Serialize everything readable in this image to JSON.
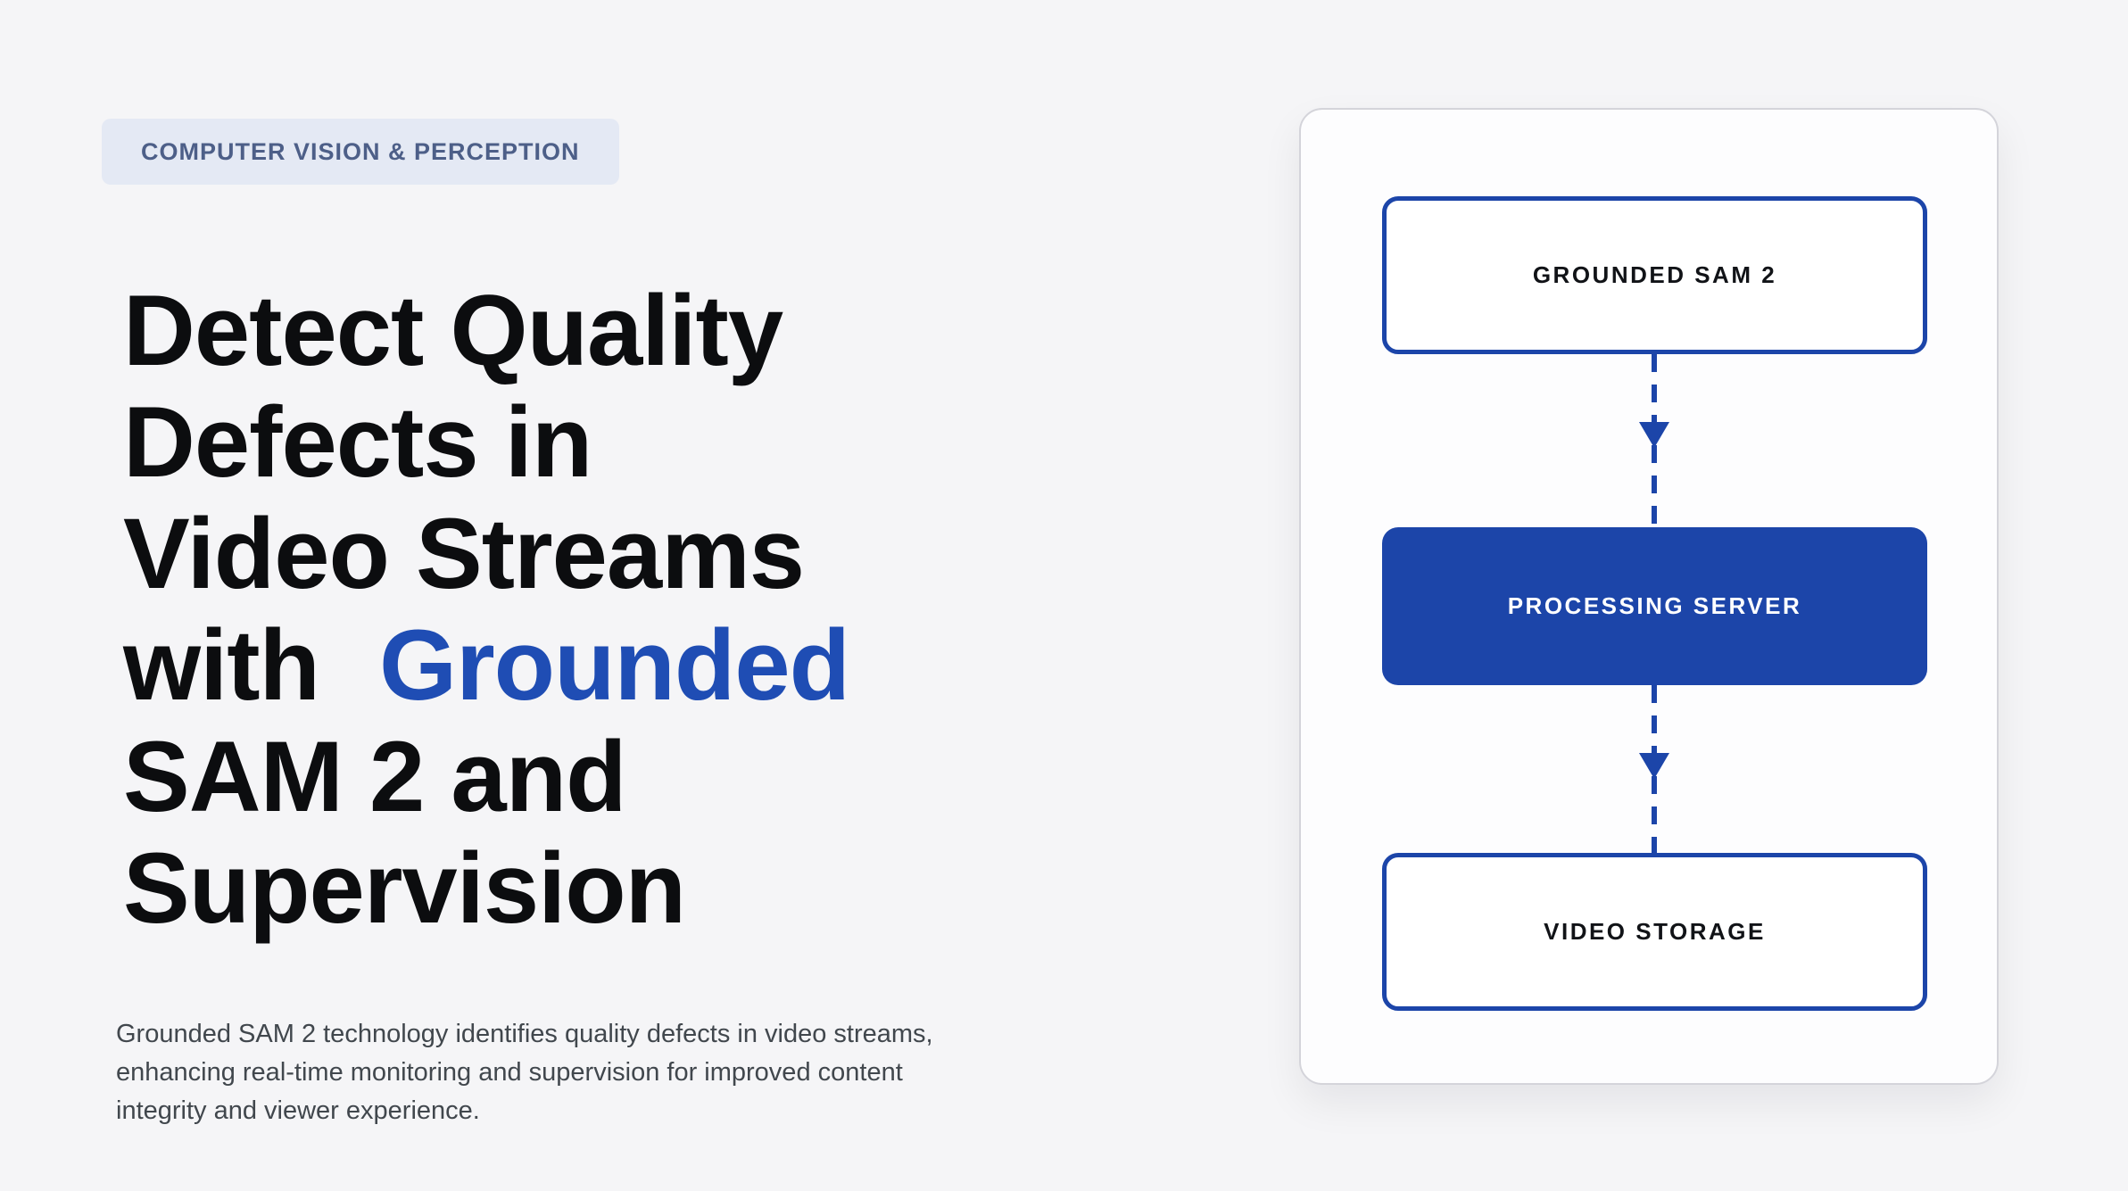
{
  "page": {
    "background_color": "#f5f5f7",
    "accent_color": "#1c45a9",
    "highlight_color": "#1f4db4"
  },
  "badge": {
    "label": "COMPUTER VISION & PERCEPTION",
    "text_color": "#4d5f88",
    "background_color": "#e4e9f4"
  },
  "headline": {
    "line1": "Detect Quality",
    "line2": "Defects in",
    "line3": "Video Streams",
    "line4_prefix": "with",
    "line4_highlight": "Grounded",
    "line5": "SAM 2 and",
    "line6": "Supervision",
    "full_text": "Detect Quality Defects in Video Streams with Grounded SAM 2 and Supervision"
  },
  "description": {
    "line1": "Grounded SAM 2 technology identifies quality defects in video streams,",
    "line2": "enhancing real-time monitoring and supervision for improved content",
    "line3": "integrity and viewer experience.",
    "full_text": "Grounded SAM 2 technology identifies quality defects in video streams, enhancing real-time monitoring and supervision for improved content integrity and viewer experience."
  },
  "diagram": {
    "nodes": [
      {
        "label": "GROUNDED SAM 2",
        "style": "outlined"
      },
      {
        "label": "PROCESSING SERVER",
        "style": "filled"
      },
      {
        "label": "VIDEO STORAGE",
        "style": "outlined"
      }
    ],
    "edges": [
      {
        "from": "GROUNDED SAM 2",
        "to": "PROCESSING SERVER",
        "style": "dashed-arrow-down"
      },
      {
        "from": "PROCESSING SERVER",
        "to": "VIDEO STORAGE",
        "style": "dashed-arrow-down"
      }
    ],
    "accent_color": "#1c45a9"
  }
}
